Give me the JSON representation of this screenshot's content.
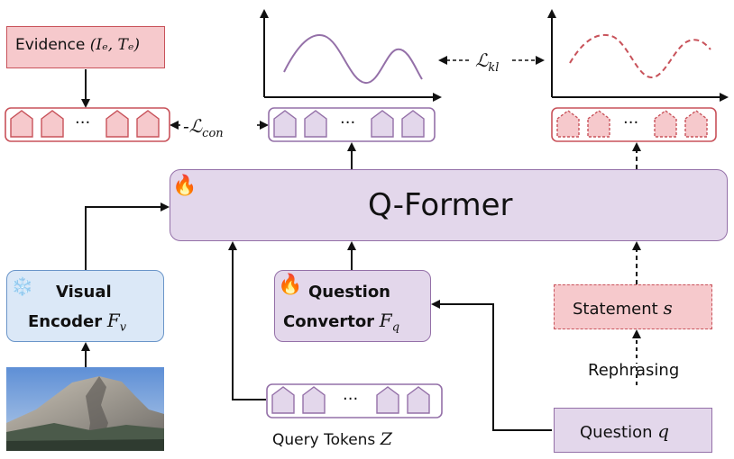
{
  "evidence": {
    "label": "Evidence",
    "math": "(Iₑ, Tₑ)"
  },
  "loss_con": {
    "symbol": "-ℒ",
    "sub": "con"
  },
  "loss_kl": {
    "symbol": "ℒ",
    "sub": "kl"
  },
  "token_ellipsis": "···",
  "qformer": {
    "label": "Q-Former",
    "icon": "fire-icon"
  },
  "visual_encoder": {
    "line1": "Visual",
    "line2": "Encoder",
    "math": "F",
    "sub": "v",
    "icon": "snowflake-icon"
  },
  "question_convertor": {
    "line1": "Question",
    "line2": "Convertor",
    "math": "F",
    "sub": "q",
    "icon": "fire-icon"
  },
  "statement": {
    "label": "Statement",
    "math": "s"
  },
  "rephrasing": "Rephrasing",
  "question": {
    "label": "Question",
    "math": "q"
  },
  "query_tokens": {
    "label": "Query Tokens",
    "math": "Z"
  },
  "colors": {
    "pink_fill": "#f6c9cc",
    "pink_border": "#c8525a",
    "purple_fill": "#e3d7eb",
    "purple_border": "#9470a8",
    "blue_fill": "#dbe8f7",
    "blue_border": "#6a95c9",
    "curve_purple": "#9470a8",
    "curve_red": "#c8525a"
  }
}
